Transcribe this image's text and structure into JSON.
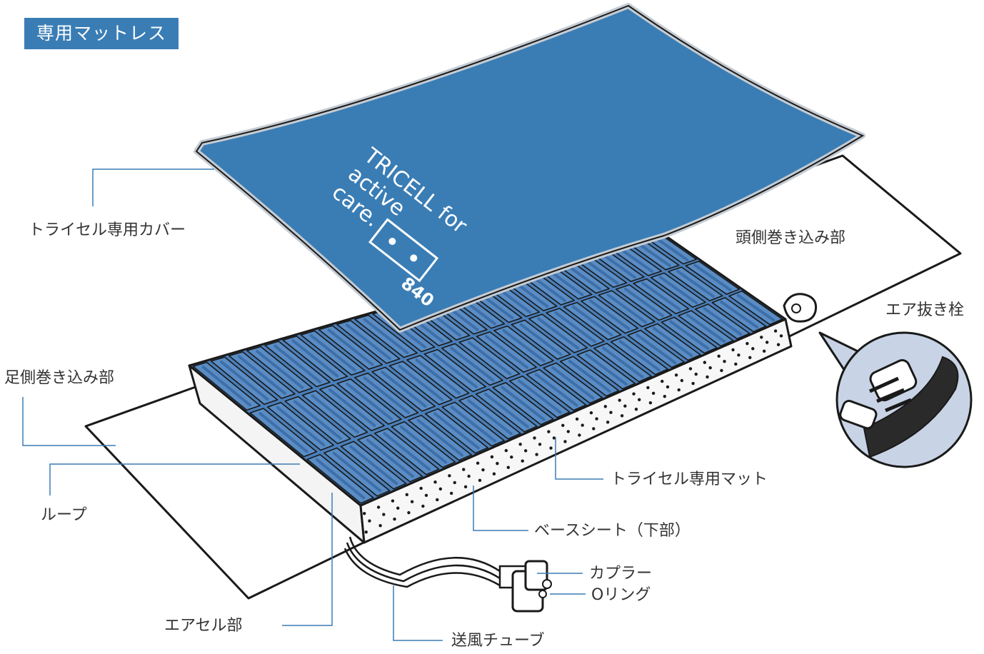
{
  "title": "専用マットレス",
  "colors": {
    "cover": "#3a7db5",
    "cover_edge": "#c5ccd3",
    "cell": "#5a8dc5",
    "cell_shade": "#3f6fa8",
    "leader_line": "#3a7db5",
    "outline": "#1a1a1a"
  },
  "cover_print": {
    "brand_line1": "TRICELL for",
    "brand_line2": "active",
    "brand_line3": "care.",
    "model": "840"
  },
  "labels": {
    "cover": "トライセル専用カバー",
    "head_fold": "頭側巻き込み部",
    "air_plug": "エア抜き栓",
    "foot_fold": "足側巻き込み部",
    "loop": "ループ",
    "mat": "トライセル専用マット",
    "base_sheet": "ベースシート（下部）",
    "coupler": "カプラー",
    "o_ring": "Oリング",
    "air_cell": "エアセル部",
    "tube": "送風チューブ"
  }
}
